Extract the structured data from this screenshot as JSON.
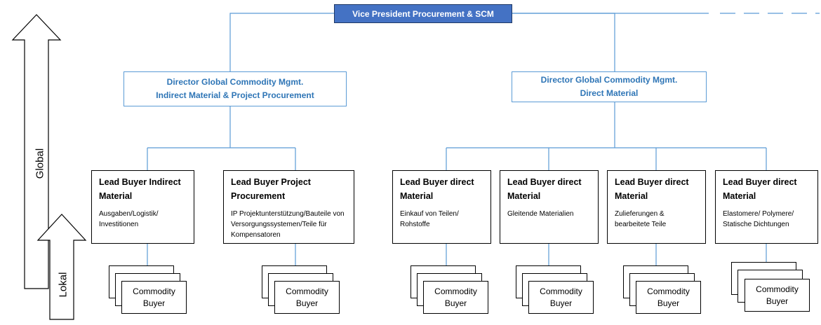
{
  "vp": {
    "label": "Vice President Procurement & SCM"
  },
  "directors": [
    {
      "line1": "Director Global Commodity Mgmt.",
      "line2": "Indirect Material & Project Procurement"
    },
    {
      "line1": "Director Global Commodity Mgmt.",
      "line2": "Direct Material"
    }
  ],
  "leads": [
    {
      "title1": "Lead Buyer Indirect",
      "title2": "Material",
      "desc": "Ausgaben/Logistik/ Investitionen"
    },
    {
      "title1": "Lead Buyer Project",
      "title2": "Procurement",
      "desc": "IP Projektunterstützung/Bauteile von Versorgungssystemen/Teile für Kompensatoren"
    },
    {
      "title1": "Lead Buyer direct",
      "title2": "Material",
      "desc": "Einkauf von Teilen/ Rohstoffe"
    },
    {
      "title1": "Lead Buyer direct",
      "title2": "Material",
      "desc": "Gleitende Materialien"
    },
    {
      "title1": "Lead Buyer direct",
      "title2": "Material",
      "desc": "Zulieferungen & bearbeitete Teile"
    },
    {
      "title1": "Lead Buyer direct",
      "title2": "Material",
      "desc": "Elastomere/ Polymere/ Statische Dichtungen"
    }
  ],
  "commodity": {
    "line1": "Commodity",
    "line2": "Buyer"
  },
  "axis": {
    "global": "Global",
    "lokal": "Lokal"
  },
  "colors": {
    "vp_fill": "#4472c4",
    "director_text": "#2e75b6",
    "connector": "#5b9bd5"
  }
}
